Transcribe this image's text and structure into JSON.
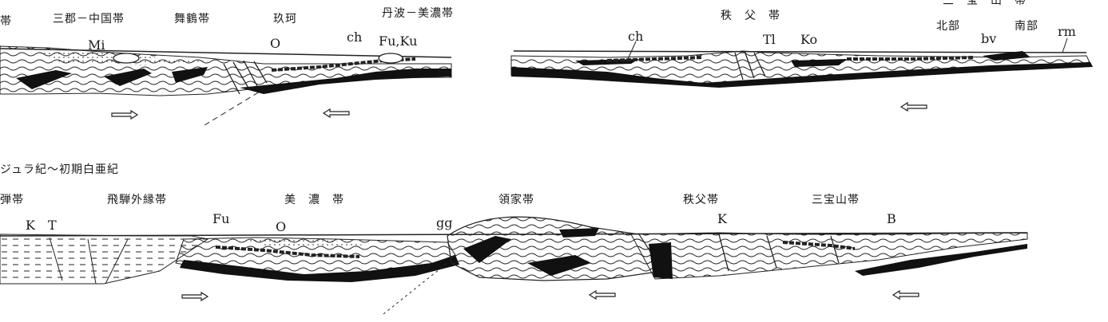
{
  "upper_left": {
    "labels": {
      "belt_edge": "帯",
      "sangun_chugoku": "三郡－中国帯",
      "maizuru": "舞鶴帯",
      "kuga": "玖珂",
      "tamba_mino": "丹波－美濃帯",
      "mi": "Mi",
      "o": "O",
      "ch": "ch",
      "fu_ku": "Fu,Ku"
    }
  },
  "upper_right": {
    "labels": {
      "chichibu": "秩　父　帯",
      "sambosan": "三　宝　山　帯",
      "hokubu": "北部",
      "nanbu": "南部",
      "ch": "ch",
      "tl": "Tl",
      "ko": "Ko",
      "bv": "bv",
      "rm": "rm"
    }
  },
  "lower": {
    "caption": "ジュラ紀～初期白亜紀",
    "labels": {
      "belt_edge": "弾帯",
      "hida_gaien": "飛騨外縁帯",
      "mino": "美　濃　帯",
      "ryoke": "領家帯",
      "chichibu": "秩父帯",
      "sambosan": "三宝山帯",
      "k_left": "K",
      "t_left": "T",
      "fu": "Fu",
      "o": "O",
      "gg": "gg",
      "k_right": "K",
      "b": "B"
    }
  }
}
